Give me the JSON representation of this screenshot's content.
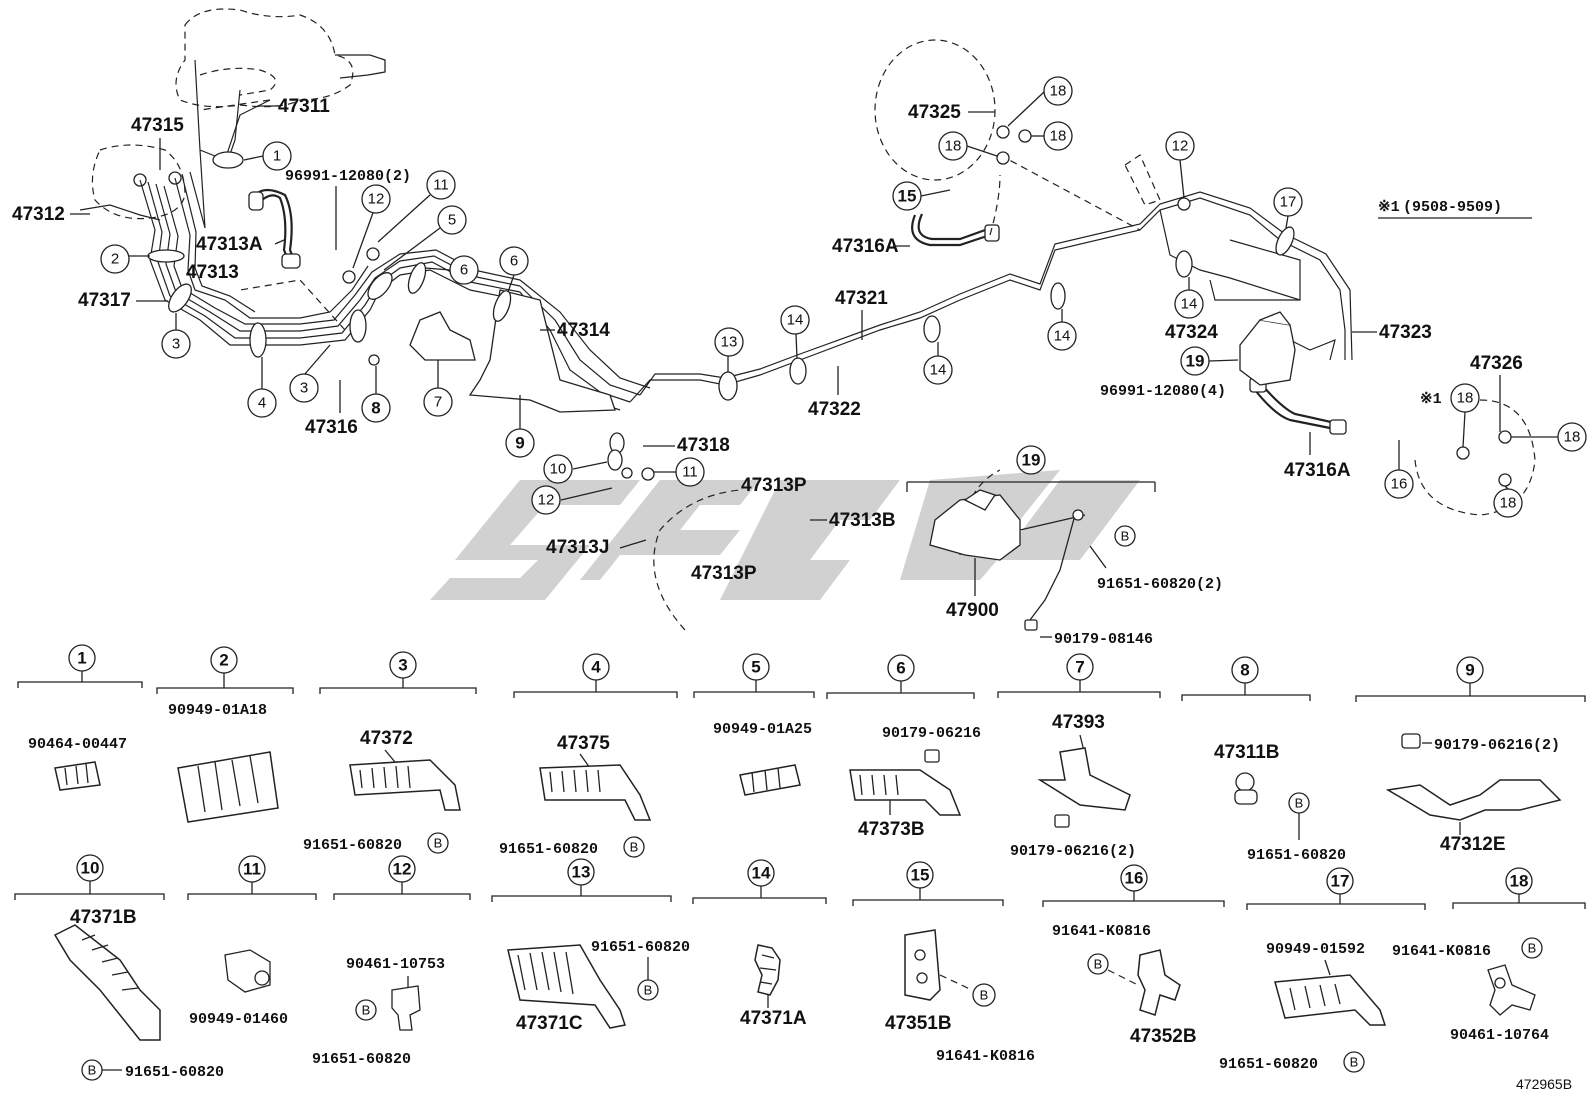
{
  "document_id": "472965B",
  "note_label": "※1",
  "note_range": "(9508-9509)",
  "part_labels": {
    "p47311": "47311",
    "p47315": "47315",
    "p47312": "47312",
    "p47313A": "47313A",
    "p47313": "47313",
    "p47317": "47317",
    "p47316": "47316",
    "p47314": "47314",
    "p47318": "47318",
    "p47313P_a": "47313P",
    "p47313P_b": "47313P",
    "p47313B": "47313B",
    "p47313J": "47313J",
    "p47321": "47321",
    "p47322": "47322",
    "p47325": "47325",
    "p47316A_a": "47316A",
    "p47316A_b": "47316A",
    "p47324": "47324",
    "p47323": "47323",
    "p47326": "47326",
    "p47900": "47900",
    "p96991_2": "96991-12080(2)",
    "p96991_4": "96991-12080(4)",
    "p91651_2": "91651-60820(2)",
    "p90179_08146": "90179-08146",
    "note_mark": "※1"
  },
  "callouts": [
    "1",
    "2",
    "3",
    "4",
    "5",
    "6",
    "7",
    "8",
    "9",
    "10",
    "11",
    "12",
    "13",
    "14",
    "15",
    "16",
    "17",
    "18",
    "19"
  ],
  "sections": {
    "s1": {
      "num": "1",
      "parts": [
        "90464-00447"
      ]
    },
    "s2": {
      "num": "2",
      "parts": [
        "90949-01A18"
      ]
    },
    "s3": {
      "num": "3",
      "parts": [
        "47372",
        "91651-60820"
      ]
    },
    "s4": {
      "num": "4",
      "parts": [
        "47375",
        "91651-60820"
      ]
    },
    "s5": {
      "num": "5",
      "parts": [
        "90949-01A25"
      ]
    },
    "s6": {
      "num": "6",
      "parts": [
        "90179-06216",
        "47373B"
      ]
    },
    "s7": {
      "num": "7",
      "parts": [
        "47393",
        "90179-06216(2)"
      ]
    },
    "s8": {
      "num": "8",
      "parts": [
        "47311B",
        "91651-60820"
      ]
    },
    "s9": {
      "num": "9",
      "parts": [
        "90179-06216(2)",
        "47312E"
      ]
    },
    "s10": {
      "num": "10",
      "parts": [
        "47371B",
        "91651-60820"
      ]
    },
    "s11": {
      "num": "11",
      "parts": [
        "90949-01460"
      ]
    },
    "s12": {
      "num": "12",
      "parts": [
        "90461-10753",
        "91651-60820"
      ]
    },
    "s13": {
      "num": "13",
      "parts": [
        "91651-60820",
        "47371C"
      ]
    },
    "s14": {
      "num": "14",
      "parts": [
        "47371A"
      ]
    },
    "s15": {
      "num": "15",
      "parts": [
        "47351B",
        "91641-K0816"
      ]
    },
    "s16": {
      "num": "16",
      "parts": [
        "91641-K0816",
        "47352B"
      ]
    },
    "s17": {
      "num": "17",
      "parts": [
        "90949-01592",
        "91651-60820"
      ]
    },
    "s18": {
      "num": "18",
      "parts": [
        "91641-K0816",
        "90461-10764"
      ]
    }
  },
  "b_mark": "B"
}
